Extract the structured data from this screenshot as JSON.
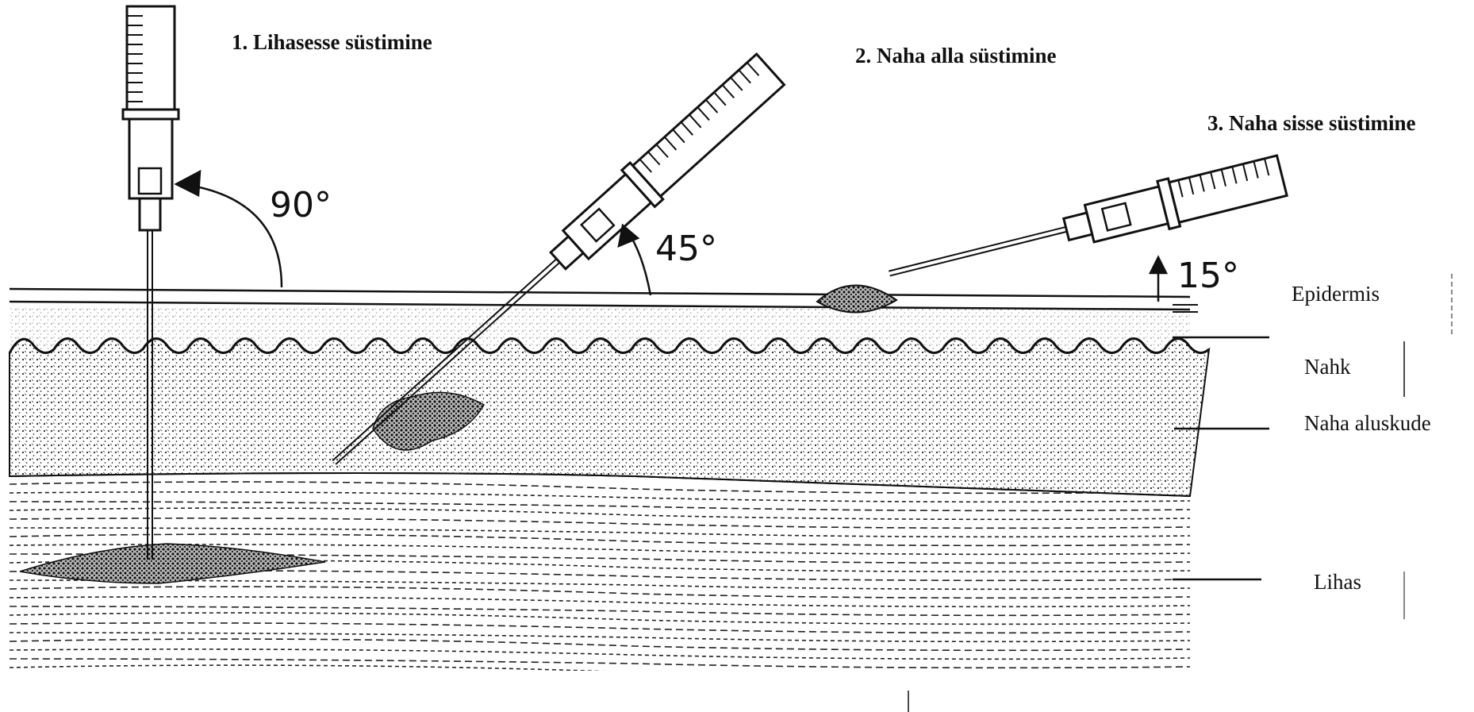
{
  "titles": {
    "intramuscular": "1.   Lihasesse süstimine",
    "subcutaneous": "2.  Naha alla süstimine",
    "intradermal": "3. Naha sisse süstimine"
  },
  "angles": {
    "intramuscular": "90°",
    "subcutaneous": "45°",
    "intradermal": "15°"
  },
  "layers": {
    "epidermis": "Epidermis",
    "skin": "Nahk",
    "subcutis": "Naha aluskude",
    "muscle": "Lihas"
  },
  "colors": {
    "ink": "#111111",
    "paper": "#ffffff"
  }
}
